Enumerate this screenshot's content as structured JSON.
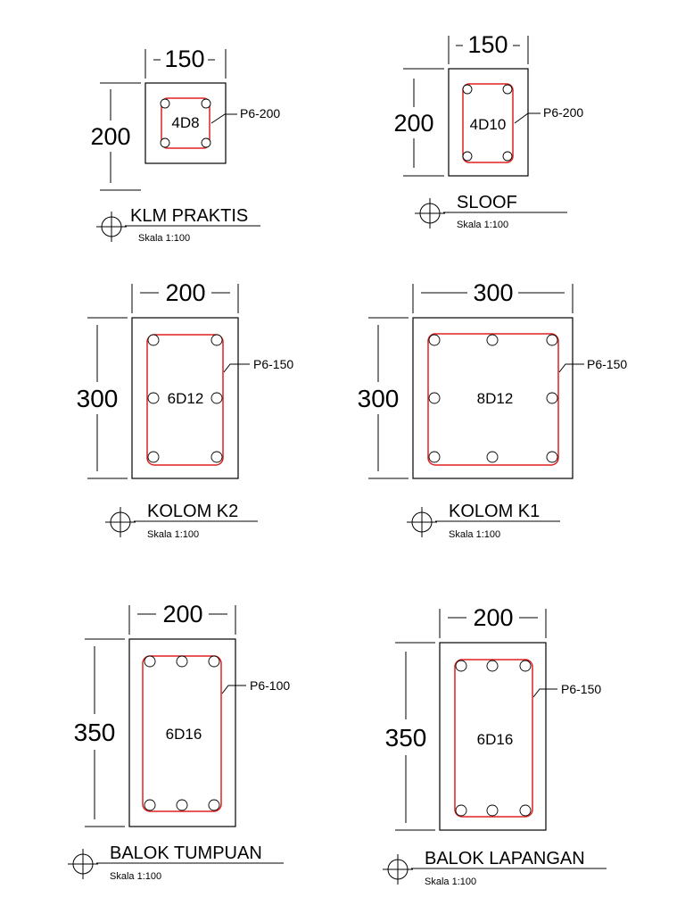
{
  "sections": [
    {
      "id": "klm-praktis",
      "title": "KLM PRAKTIS",
      "scale": "Skala 1:100",
      "width_label": "150",
      "height_label": "200",
      "bars": "4D8",
      "stirrup": "P6-200"
    },
    {
      "id": "sloof",
      "title": "SLOOF",
      "scale": "Skala 1:100",
      "width_label": "150",
      "height_label": "200",
      "bars": "4D10",
      "stirrup": "P6-200"
    },
    {
      "id": "kolom-k2",
      "title": "KOLOM K2",
      "scale": "Skala 1:100",
      "width_label": "200",
      "height_label": "300",
      "bars": "6D12",
      "stirrup": "P6-150"
    },
    {
      "id": "kolom-k1",
      "title": "KOLOM K1",
      "scale": "Skala 1:100",
      "width_label": "300",
      "height_label": "300",
      "bars": "8D12",
      "stirrup": "P6-150"
    },
    {
      "id": "balok-tumpuan",
      "title": "BALOK TUMPUAN",
      "scale": "Skala 1:100",
      "width_label": "200",
      "height_label": "350",
      "bars": "6D16",
      "stirrup": "P6-100"
    },
    {
      "id": "balok-lapangan",
      "title": "BALOK LAPANGAN",
      "scale": "Skala 1:100",
      "width_label": "200",
      "height_label": "350",
      "bars": "6D16",
      "stirrup": "P6-150"
    }
  ],
  "colors": {
    "line": "#000000",
    "stirrup": "#e02020",
    "background": "#ffffff"
  },
  "icons": {
    "section-marker": "crosshair-circle-icon"
  }
}
